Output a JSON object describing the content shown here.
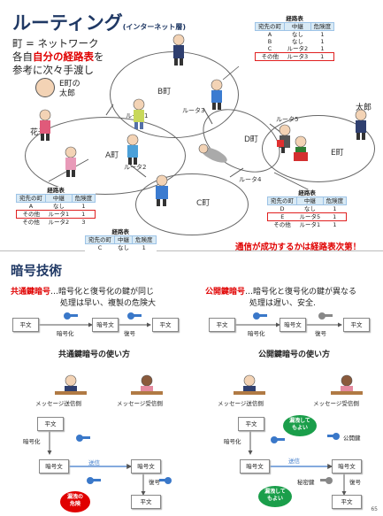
{
  "routing": {
    "title": "ルーティング",
    "title_sub": "(インターネット層)",
    "desc_line1": "町 = ネットワーク",
    "desc_line2_pre": "各自",
    "desc_line2_red": "自分の経路表",
    "desc_line2_post": "を",
    "desc_line3": "参考に次々手渡し",
    "towns": {
      "a": "A町",
      "b": "B町",
      "c": "C町",
      "d": "D町",
      "e": "E町"
    },
    "people": {
      "e_taro": "E町の\n太郎",
      "hanako": "花子",
      "taro": "太郎"
    },
    "routers": [
      "ルータ1",
      "ルータ2",
      "ルータ3",
      "ルータ4",
      "ルータ5"
    ],
    "table_caption": "経路表",
    "table_header": [
      "宛先の町",
      "中継",
      "危険度"
    ],
    "tables": {
      "top": [
        [
          "A",
          "なし",
          "1"
        ],
        [
          "B",
          "なし",
          "1"
        ],
        [
          "C",
          "ルータ2",
          "1"
        ],
        [
          "その他",
          "ルータ3",
          "1"
        ]
      ],
      "left": [
        [
          "A",
          "なし",
          "1"
        ],
        [
          "その他",
          "ルータ1",
          "1"
        ],
        [
          "その他",
          "ルータ2",
          "3"
        ]
      ],
      "right": [
        [
          "D",
          "なし",
          "1"
        ],
        [
          "E",
          "ルータ5",
          "1"
        ],
        [
          "その他",
          "ルータ1",
          "1"
        ]
      ],
      "bottom": [
        [
          "C",
          "なし",
          "1"
        ]
      ]
    },
    "note": "通信が成功するかは経路表次第！"
  },
  "crypto": {
    "title": "暗号技術",
    "common_name": "共通鍵暗号",
    "common_desc1": "…暗号化と復号化の鍵が同じ",
    "common_desc2": "処理は早い、複製の危険大",
    "public_name": "公開鍵暗号",
    "public_desc1": "…暗号化と復号化の鍵が異なる",
    "public_desc2": "処理は遅い、安全.",
    "flow": {
      "plain": "平文",
      "enc_label": "暗号化",
      "cipher": "暗号文",
      "dec_label": "復号",
      "send": "送信"
    },
    "common_usage": "共通鍵暗号の使い方",
    "public_usage": "公開鍵暗号の使い方",
    "sender": "メッセージ送信側",
    "receiver": "メッセージ受信側",
    "danger": "漏洩の\n危険",
    "leak_ok": "漏洩して\nもよい",
    "public_key": "公開鍵",
    "secret_key": "秘密鍵",
    "page_number": "65"
  },
  "colors": {
    "accent": "#1f3864",
    "red": "#e00000",
    "green": "#1a9e4a",
    "key": "#3a78c9"
  }
}
